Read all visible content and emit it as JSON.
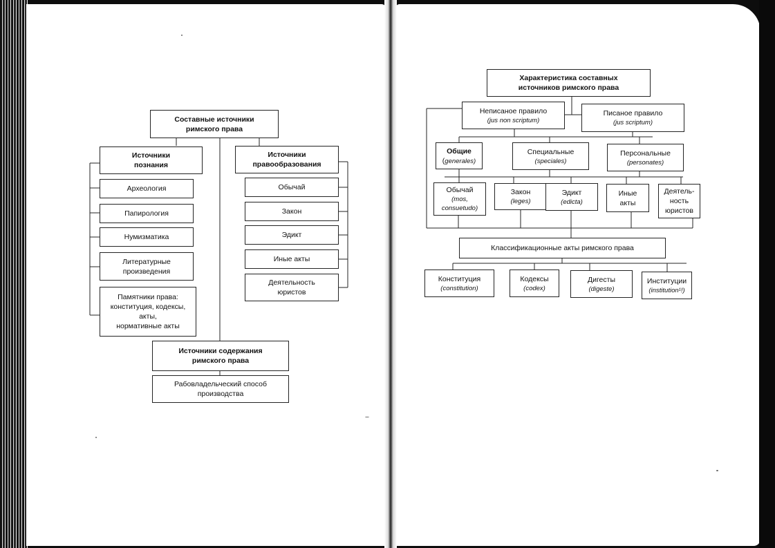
{
  "left": {
    "root": {
      "l1": "Составные источники",
      "l2": "римского права"
    },
    "cognition": {
      "l1": "Источники",
      "l2": "познания"
    },
    "cognition_items": [
      {
        "l1": "Археология"
      },
      {
        "l1": "Папирология"
      },
      {
        "l1": "Нумизматика"
      },
      {
        "l1": "Литературные",
        "l2": "произведения"
      },
      {
        "l1": "Памятники права:",
        "l2": "конституция, кодексы,",
        "l3": "акты,",
        "l4": "нормативные акты"
      }
    ],
    "lawmaking": {
      "l1": "Источники",
      "l2": "правообразования"
    },
    "lawmaking_items": [
      {
        "l1": "Обычай"
      },
      {
        "l1": "Закон"
      },
      {
        "l1": "Эдикт"
      },
      {
        "l1": "Иные акты"
      },
      {
        "l1": "Деятельность",
        "l2": "юристов"
      }
    ],
    "content": {
      "l1": "Источники содержания",
      "l2": "римского права"
    },
    "content_item": {
      "l1": "Рабовладельческий способ",
      "l2": "производства"
    }
  },
  "right": {
    "root": {
      "l1": "Характеристика составных",
      "l2": "источников римского права"
    },
    "unwritten": {
      "l1": "Неписаное правило",
      "sub": "(jus non scriptum)"
    },
    "written": {
      "l1": "Писаное правило",
      "sub": "(jus scriptum)"
    },
    "tier2": [
      {
        "l1": "Общие",
        "sub": "generales)",
        "pre": "("
      },
      {
        "l1": "Специальные",
        "sub": "(speciales)"
      },
      {
        "l1": "Персональные",
        "sub": "(personates)"
      }
    ],
    "tier3": [
      {
        "l1": "Обычай",
        "sub1": "(mos,",
        "sub2": "consuetudo)"
      },
      {
        "l1": "Закон",
        "sub1": "(leges)"
      },
      {
        "l1": "Эдикт",
        "sub1": "(edicta)"
      },
      {
        "l1": "Иные",
        "l2": "акты"
      },
      {
        "l1": "Деятель-",
        "l2": "ность",
        "l3": "юристов"
      }
    ],
    "classification": {
      "l1": "Классификационные акты римского права"
    },
    "tier4": [
      {
        "l1": "Конституция",
        "sub": "(constitution)"
      },
      {
        "l1": "Кодексы",
        "sub": "(codex)"
      },
      {
        "l1": "Дигесты",
        "sub": "(digeste)"
      },
      {
        "l1": "Институции",
        "sub": "(institution¹!)"
      }
    ]
  }
}
